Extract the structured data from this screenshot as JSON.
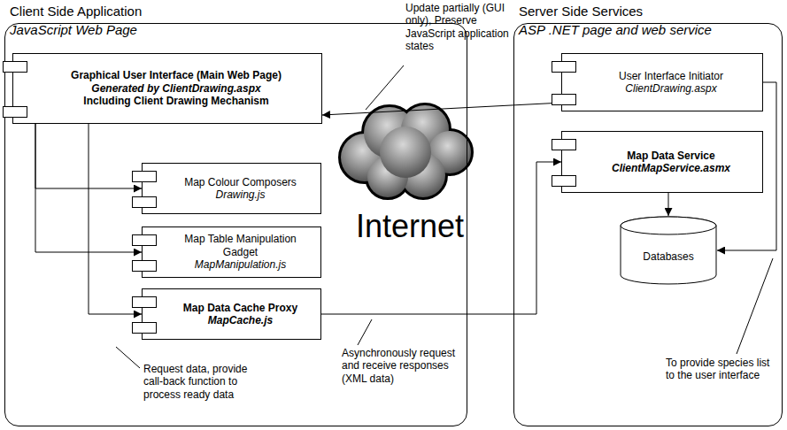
{
  "diagram": {
    "nodes": [
      {
        "text": [
          "Client Side Application",
          "JavaScript Web Page"
        ]
      },
      {
        "text": [
          "Graphical User Interface (Main Web Page)",
          "Generated by ClientDrawing.aspx",
          "Including Client Drawing Mechanism"
        ],
        "in": 0
      },
      {
        "text": [
          "Map Colour Composers",
          "Drawing.js"
        ],
        "in": 0
      },
      {
        "text": [
          "Map Table Manipulation Gadget",
          "MapManipulation.js"
        ],
        "in": 0
      },
      {
        "text": [
          "Map Data Cache Proxy",
          "MapCache.js"
        ],
        "in": 0
      },
      {
        "text": [
          "Server Side Services",
          "ASP .NET page and web service"
        ]
      },
      {
        "text": [
          "User Interface Initiator",
          "ClientDrawing.aspx"
        ],
        "in": 5
      },
      {
        "text": [
          "Map Data Service",
          "ClientMapService.asmx"
        ],
        "in": 5
      },
      {
        "text": [
          "Databases"
        ],
        "in": 5
      }
    ],
    "edges": [
      {
        "from": 6,
        "to": 1,
        "arrow": "to"
      },
      {
        "from": 1,
        "to": 2,
        "arrow": "to"
      },
      {
        "from": 1,
        "to": 3,
        "arrow": "to"
      },
      {
        "from": 1,
        "to": 4,
        "arrow": "to"
      },
      {
        "from": 4,
        "to": 7,
        "arrow": "to"
      },
      {
        "from": 7,
        "to": 8,
        "arrow": "to"
      },
      {
        "from": 6,
        "to": 8,
        "arrow": "to"
      }
    ],
    "labels": [
      "Internet",
      "Update partially (GUI only), Preserve JavaScript application states",
      "Request data, provide call-back function to process ready data",
      "Asynchronously request and receive responses (XML data)",
      "To provide species list to the user interface"
    ]
  }
}
